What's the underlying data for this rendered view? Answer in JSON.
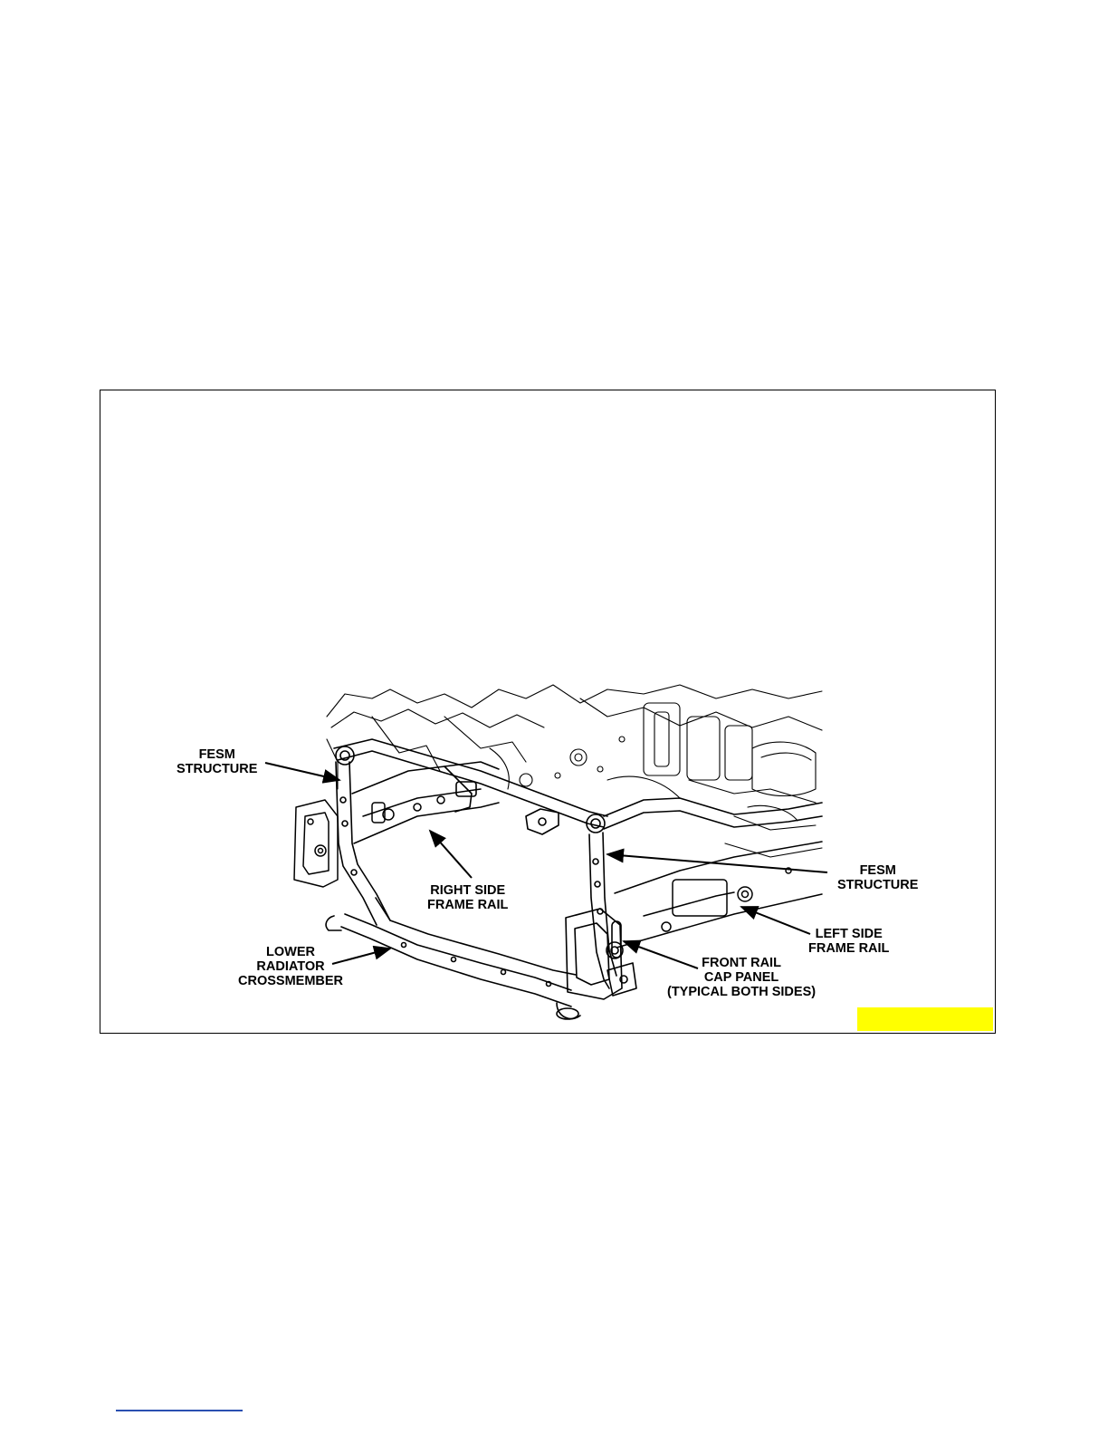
{
  "figure": {
    "callouts": {
      "fesm_right": [
        "FESM",
        "STRUCTURE"
      ],
      "right_rail": [
        "RIGHT SIDE",
        "FRAME RAIL"
      ],
      "lower_crossmember": [
        "LOWER",
        "RADIATOR",
        "CROSSMEMBER"
      ],
      "fesm_left": [
        "FESM",
        "STRUCTURE"
      ],
      "left_rail": [
        "LEFT SIDE",
        "FRAME RAIL"
      ],
      "cap_panel": [
        "FRONT RAIL",
        "CAP PANEL",
        "(TYPICAL BOTH SIDES)"
      ]
    },
    "tag_color": "#ffff00"
  }
}
